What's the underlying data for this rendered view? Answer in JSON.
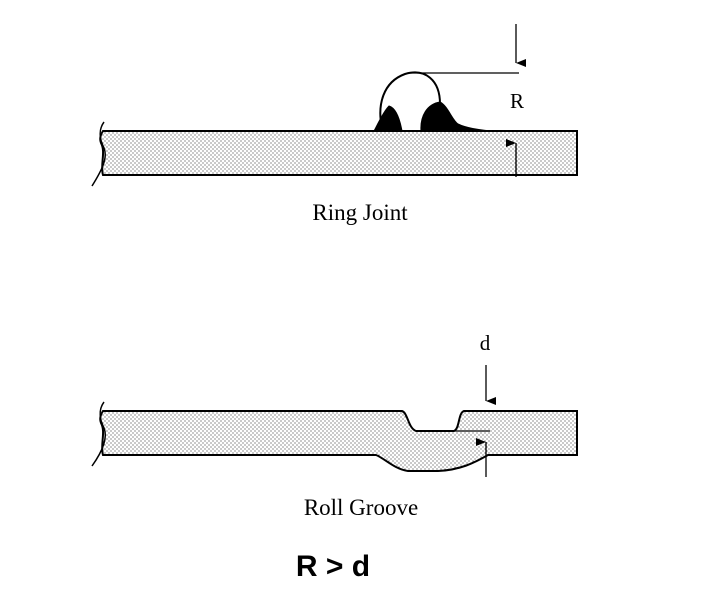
{
  "ring_joint": {
    "dimension_label": "R",
    "caption": "Ring Joint"
  },
  "roll_groove": {
    "dimension_label": "d",
    "caption": "Roll Groove"
  },
  "relation": "R > d"
}
